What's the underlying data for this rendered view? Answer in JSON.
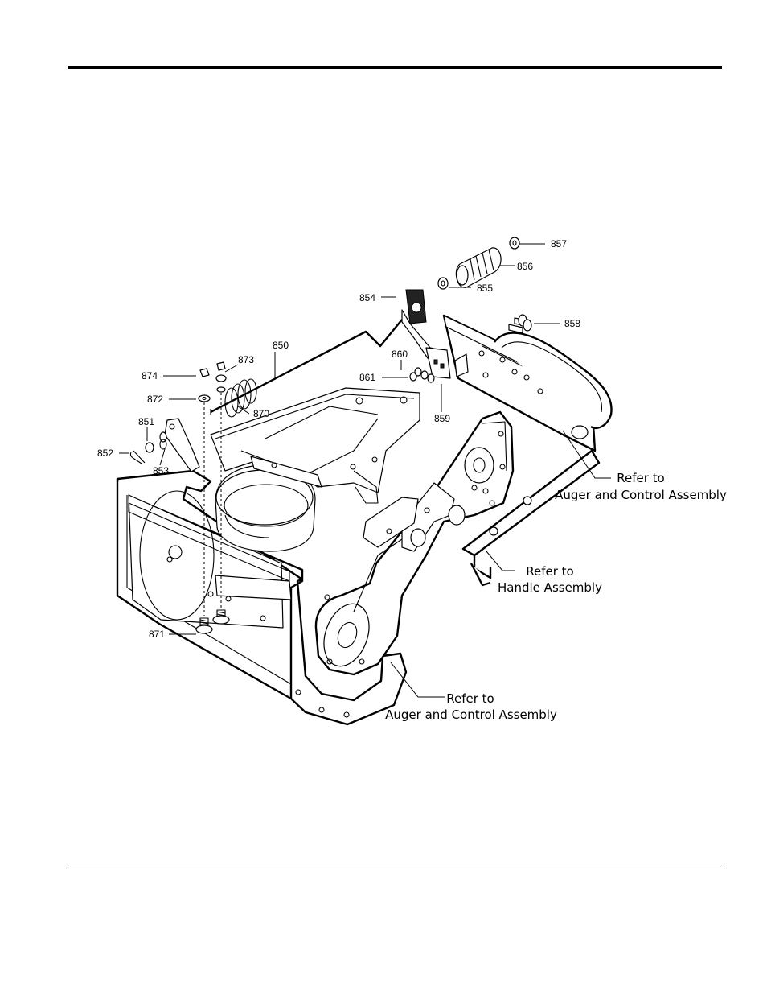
{
  "part_callouts": {
    "p850": "850",
    "p851": "851",
    "p852": "852",
    "p853": "853",
    "p854": "854",
    "p855": "855",
    "p856": "856",
    "p857": "857",
    "p858": "858",
    "p859": "859",
    "p860": "860",
    "p861": "861",
    "p870": "870",
    "p871": "871",
    "p872": "872",
    "p873": "873",
    "p874": "874"
  },
  "references": {
    "auger_control_right_line1": "Refer to",
    "auger_control_right_line2": "Auger and Control Assembly",
    "handle_line1": "Refer to",
    "handle_line2": "Handle Assembly",
    "auger_control_bottom_line1": "Refer to",
    "auger_control_bottom_line2": "Auger  and Control Assembly"
  }
}
